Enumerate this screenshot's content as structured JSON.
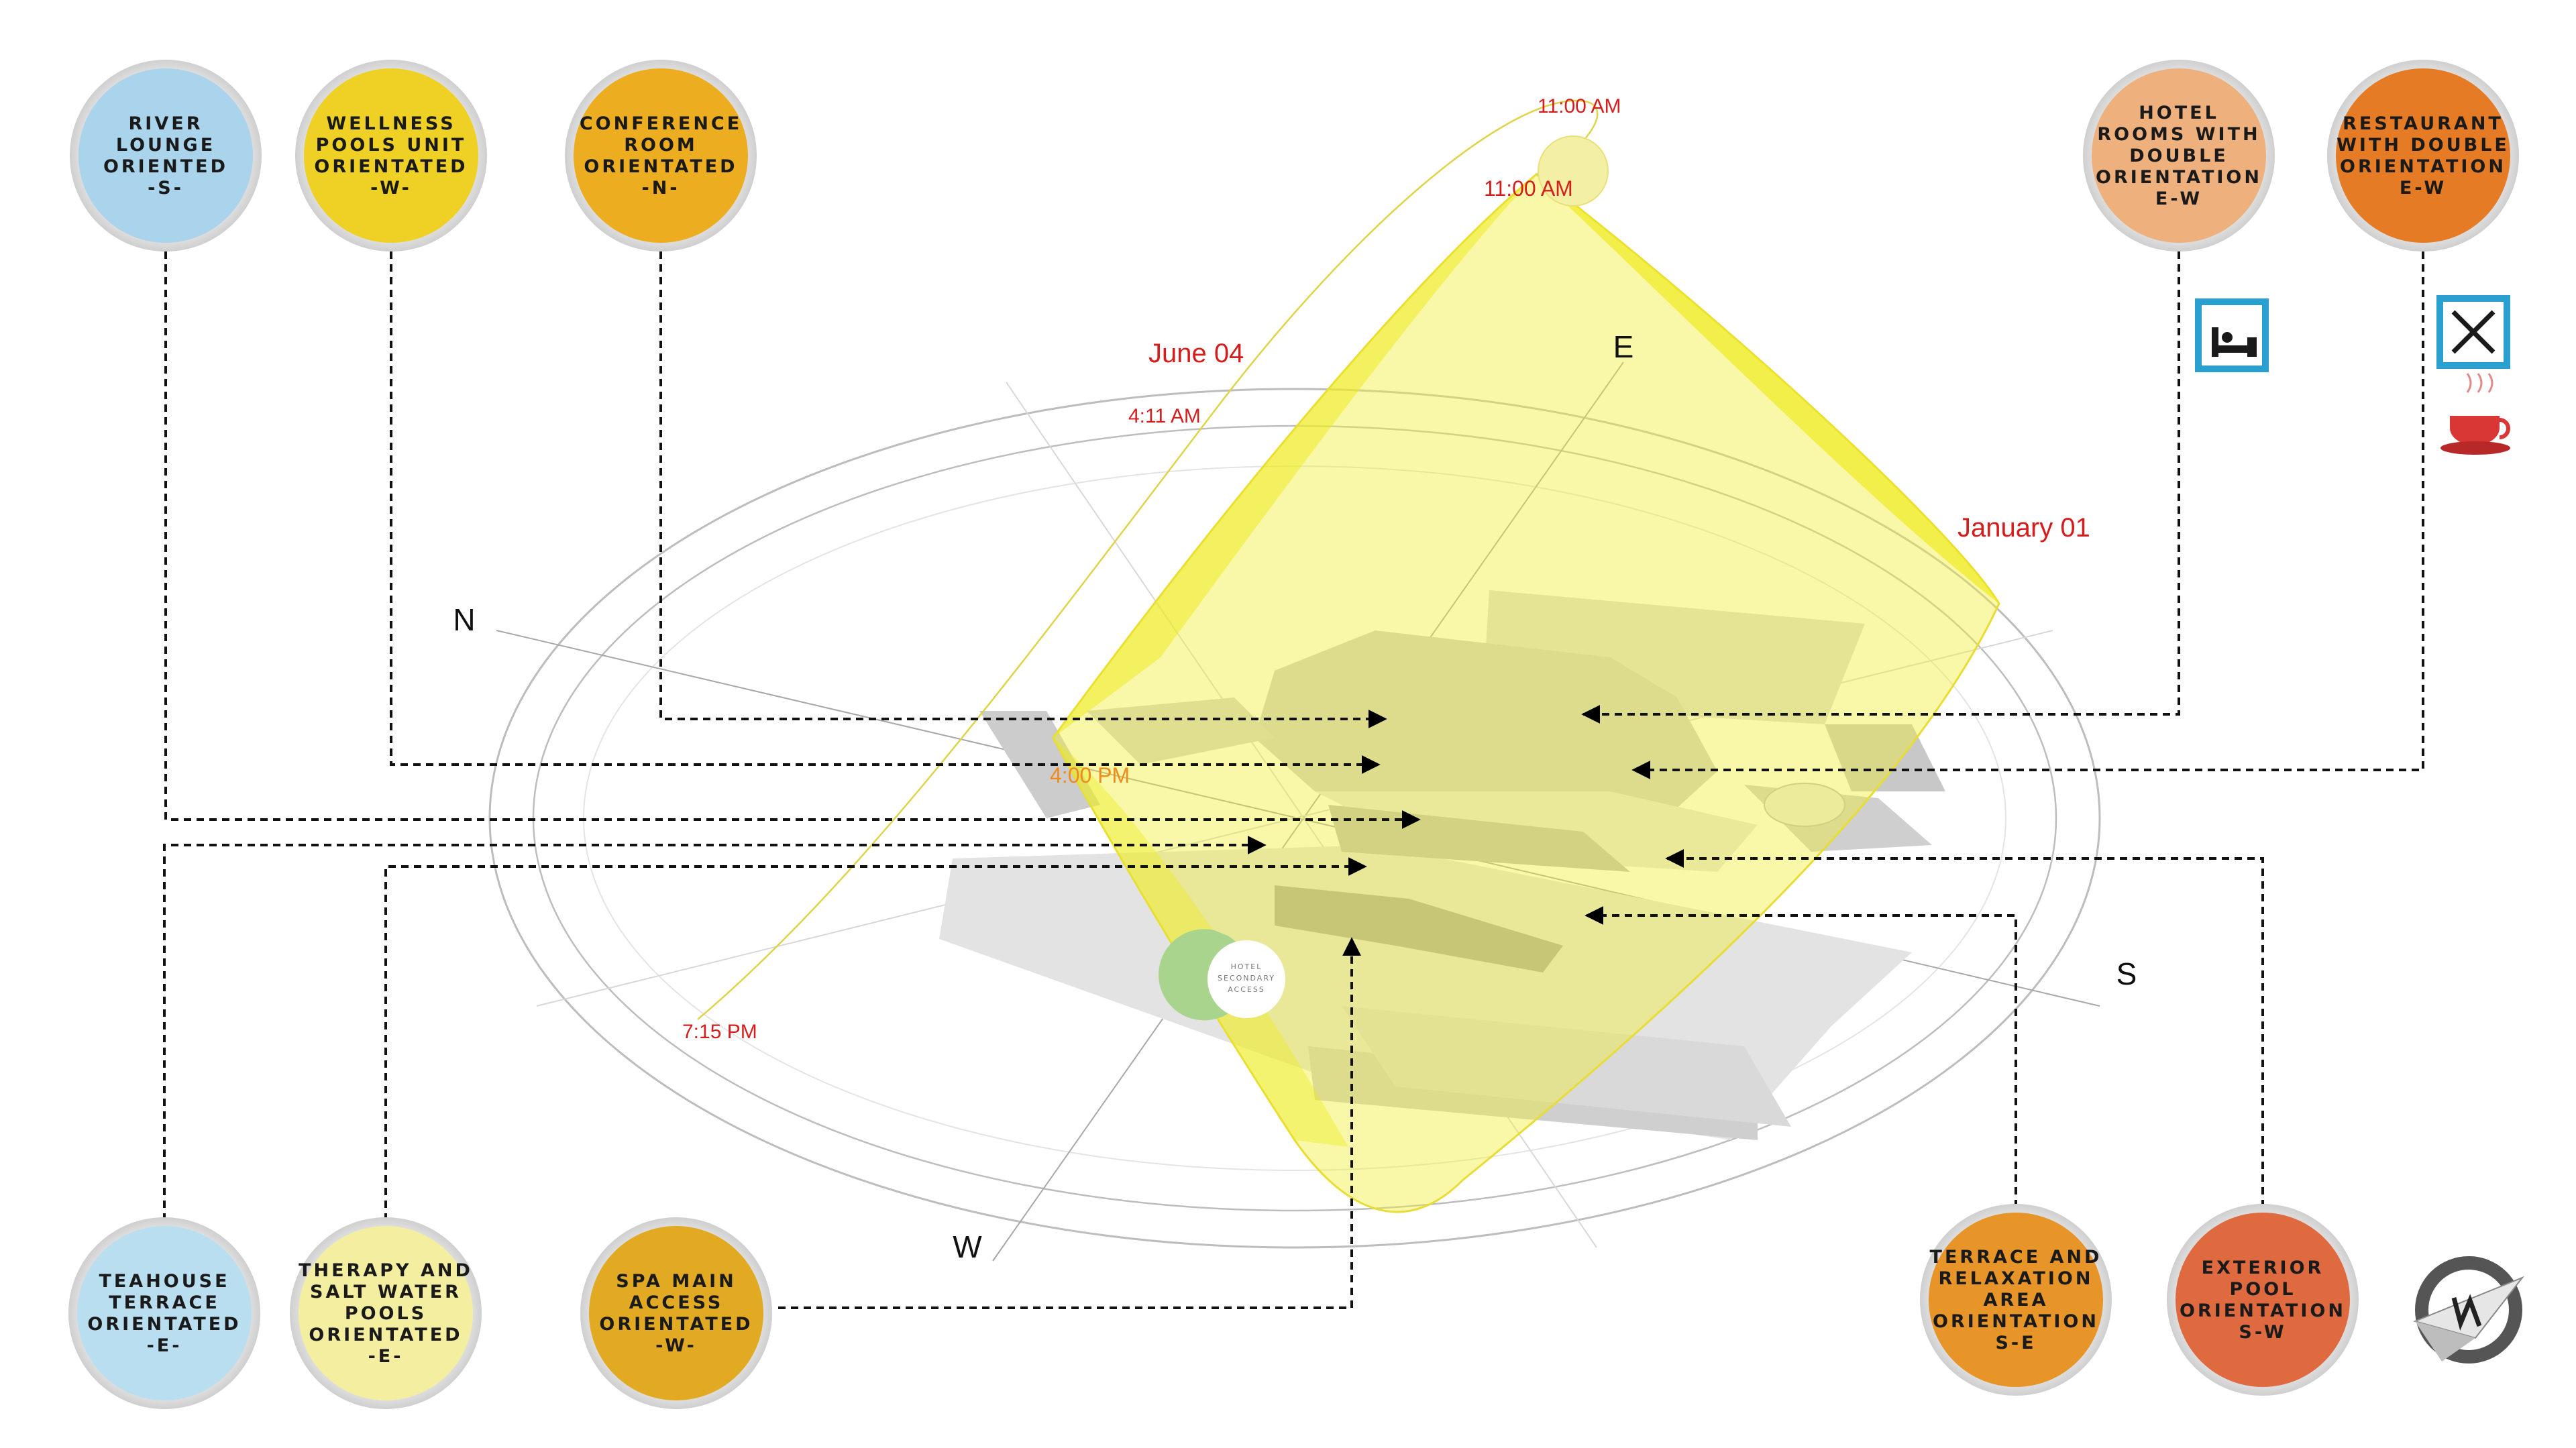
{
  "colors": {
    "sun_path_fill": "#f0ee30",
    "sun_path_stroke": "#e8dd36",
    "sun_marker": "#f3f0a6",
    "hotel_icon": "#2aa0d0",
    "cup": "#d93636",
    "compass_dark": "#555555",
    "gate_ring": "#a9d48d"
  },
  "orientation_labels": [
    {
      "id": "river-lounge",
      "lines": [
        "RIVER",
        "LOUNGE",
        "ORIENTED",
        "-S-"
      ],
      "color": "#aad3ec"
    },
    {
      "id": "wellness-pools",
      "lines": [
        "WELLNESS",
        "POOLS UNIT",
        "ORIENTATED",
        "-W-"
      ],
      "color": "#efd024"
    },
    {
      "id": "conference-room",
      "lines": [
        "CONFERENCE",
        "ROOM",
        "ORIENTATED",
        "-N-"
      ],
      "color": "#ecae20"
    },
    {
      "id": "hotel-rooms",
      "lines": [
        "HOTEL",
        "ROOMS WITH",
        "DOUBLE",
        "ORIENTATION",
        "E-W"
      ],
      "color": "#eeb17d"
    },
    {
      "id": "restaurant",
      "lines": [
        "RESTAURANT",
        "WITH DOUBLE",
        "ORIENTATION",
        "E-W"
      ],
      "color": "#e57b24"
    },
    {
      "id": "teahouse-terrace",
      "lines": [
        "TEAHOUSE",
        "TERRACE",
        "ORIENTATED",
        "-E-"
      ],
      "color": "#b9def0"
    },
    {
      "id": "therapy-pools",
      "lines": [
        "THERAPY AND",
        "SALT WATER",
        "POOLS",
        "ORIENTATED",
        "-E-"
      ],
      "color": "#f4eea0"
    },
    {
      "id": "spa-main-access",
      "lines": [
        "SPA MAIN",
        "ACCESS",
        "ORIENTATED",
        "-W-"
      ],
      "color": "#e2aa22"
    },
    {
      "id": "terrace-relaxation",
      "lines": [
        "TERRACE AND",
        "RELAXATION",
        "AREA",
        "ORIENTATION",
        "S-E"
      ],
      "color": "#e79528"
    },
    {
      "id": "exterior-pool",
      "lines": [
        "EXTERIOR",
        "POOL",
        "ORIENTATION",
        "S-W"
      ],
      "color": "#e06a40"
    }
  ],
  "compass": {
    "north": "N",
    "east": "E",
    "south": "S",
    "west": "W"
  },
  "sun_path": {
    "time_top_outer": "11:00 AM",
    "time_top_inner": "11:00 AM",
    "date_summer": "June 04",
    "time_sunrise": "4:11 AM",
    "date_winter": "January 01",
    "time_afternoon": "4:00 PM",
    "time_sunset": "7:15 PM"
  },
  "secondary_access": {
    "lines": [
      "HOTEL",
      "SECONDARY",
      "ACCESS"
    ]
  }
}
